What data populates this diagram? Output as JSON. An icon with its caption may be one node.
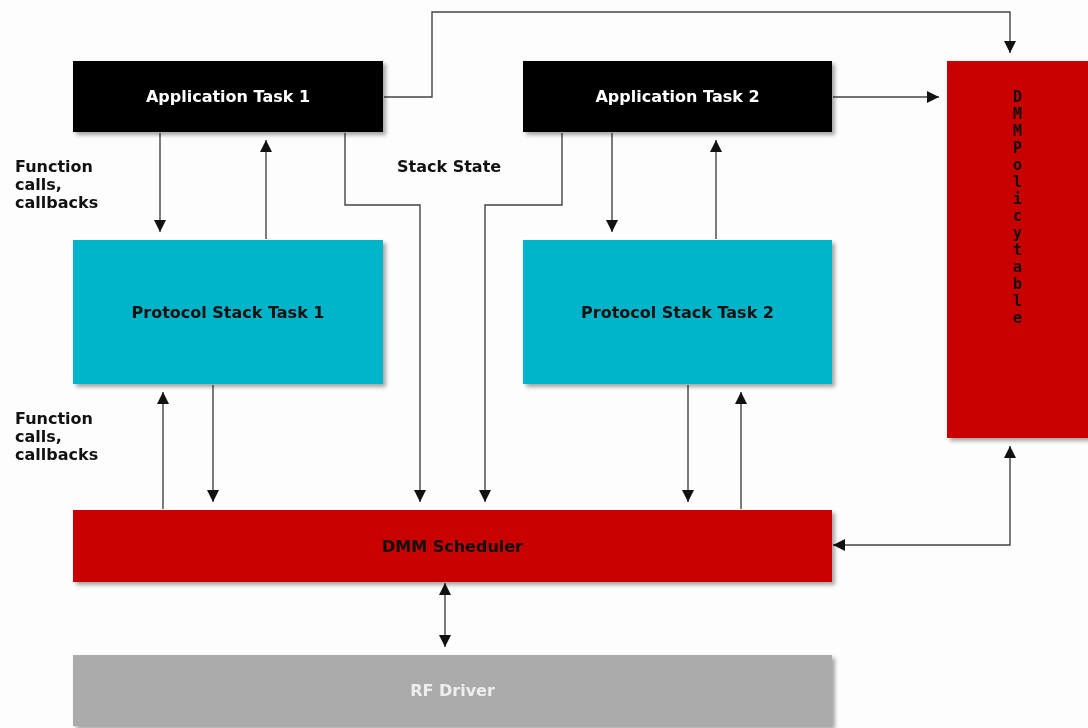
{
  "diagram": {
    "nodes": [
      {
        "text": [
          "Application Task 1"
        ]
      },
      {
        "text": [
          "Application Task 2"
        ]
      },
      {
        "text": [
          "DMM Policy table"
        ]
      },
      {
        "text": [
          "Protocol Stack Task 1"
        ]
      },
      {
        "text": [
          "Protocol Stack Task 2"
        ]
      },
      {
        "text": [
          "DMM Scheduler"
        ]
      },
      {
        "text": [
          "RF Driver"
        ]
      }
    ],
    "edges": [
      {
        "from": 0,
        "to": 3,
        "arrow": "to"
      },
      {
        "from": 3,
        "to": 0,
        "arrow": "to"
      },
      {
        "from": 0,
        "to": 5,
        "arrow": "to"
      },
      {
        "from": 1,
        "to": 5,
        "arrow": "to"
      },
      {
        "from": 1,
        "to": 4,
        "arrow": "to"
      },
      {
        "from": 4,
        "to": 1,
        "arrow": "to"
      },
      {
        "from": 3,
        "to": 5,
        "arrow": "to"
      },
      {
        "from": 5,
        "to": 3,
        "arrow": "to"
      },
      {
        "from": 4,
        "to": 5,
        "arrow": "to"
      },
      {
        "from": 5,
        "to": 4,
        "arrow": "to"
      },
      {
        "from": 0,
        "to": 2,
        "arrow": "to"
      },
      {
        "from": 1,
        "to": 2,
        "arrow": "to"
      },
      {
        "from": 5,
        "to": 2,
        "arrow": "both"
      },
      {
        "from": 5,
        "to": 6,
        "arrow": "both"
      }
    ],
    "labels": [
      "Function calls, callbacks",
      "Stack State",
      "Function calls, callbacks"
    ]
  }
}
